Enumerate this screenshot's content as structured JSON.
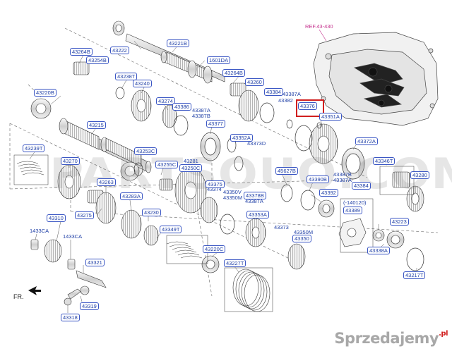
{
  "reference": "REF.43-430",
  "direction_label": "FR.",
  "watermark": "PARTSOUQ.COM",
  "brand": {
    "name": "Sprzedajemy",
    "suffix": ".pl"
  },
  "highlighted_part": "43376",
  "note": "(-140120)",
  "labels": {
    "43264B_a": "43264B",
    "43254B": "43254B",
    "43222": "43222",
    "43221B": "43221B",
    "1601DA": "1601DA",
    "43238T": "43238T",
    "43240": "43240",
    "43220B": "43220B",
    "43264B_b": "43264B",
    "43274": "43274",
    "43386": "43386",
    "43260": "43260",
    "43384": "43384",
    "43387A_a": "43387A",
    "43382": "43382",
    "43376": "43376",
    "43387A_b": "43387A",
    "43387B_a": "43387B",
    "43377": "43377",
    "43215": "43215",
    "43351A": "43351A",
    "43372A": "43372A",
    "43352A": "43352A",
    "43373D": "43373D",
    "43239T": "43239T",
    "43253C": "43253C",
    "43270": "43270",
    "43255C": "43255C",
    "43281": "43281",
    "43250C": "43250C",
    "45627B": "45627B",
    "43346T": "43346T",
    "43280": "43280",
    "43390B": "43390B",
    "43387B_b": "43387B",
    "43387A_c": "43387A",
    "43384_b": "43384",
    "43263": "43263",
    "43375": "43375",
    "43374": "43374",
    "43350V": "43350V",
    "43350M": "43350M",
    "43378B": "43378B",
    "43387A_d": "43387A",
    "43392": "43392",
    "43283A": "43283A",
    "43275": "43275",
    "43230": "43230",
    "43389": "43389",
    "43353A": "43353A",
    "43223": "43223",
    "43310": "43310",
    "43349T": "43349T",
    "1433CA_a": "1433CA",
    "1433CA_b": "1433CA",
    "43373": "43373",
    "43350M_b": "43350M",
    "43350": "43350",
    "43220C": "43220C",
    "43338A": "43338A",
    "43321": "43321",
    "43227T": "43227T",
    "43217T": "43217T",
    "43319": "43319",
    "43318": "43318"
  }
}
